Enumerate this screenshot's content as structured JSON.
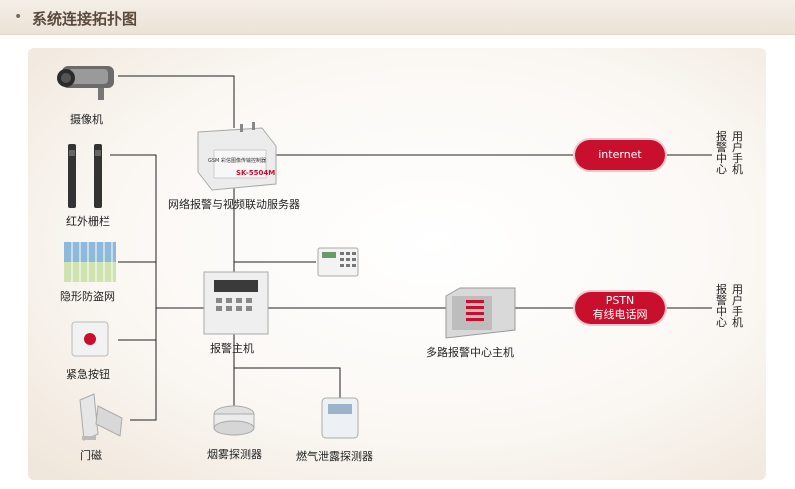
{
  "header": {
    "title": "系统连接拓扑图"
  },
  "nodes": {
    "camera": "摄像机",
    "infrared": "红外栅栏",
    "invisible_net": "隐形防盗网",
    "emergency_button": "紧急按钮",
    "door_magnet": "门磁",
    "server": "网络报警与视频联动服务器",
    "server_model": "SK-5504M",
    "server_name": "GSM 彩信图像传输控制器",
    "alarm_host": "报警主机",
    "smoke_detector": "烟雾探测器",
    "gas_detector": "燃气泄露探测器",
    "center_host": "多路报警中心主机"
  },
  "networks": {
    "internet": "internet",
    "pstn_line1": "PSTN",
    "pstn_line2": "有线电话网"
  },
  "endpoints": {
    "top_col1": "报警中心",
    "top_col2": "用户手机",
    "bottom_col1": "报警中心",
    "bottom_col2": "用户手机"
  },
  "colors": {
    "accent": "#c8102e",
    "line": "#222222"
  }
}
